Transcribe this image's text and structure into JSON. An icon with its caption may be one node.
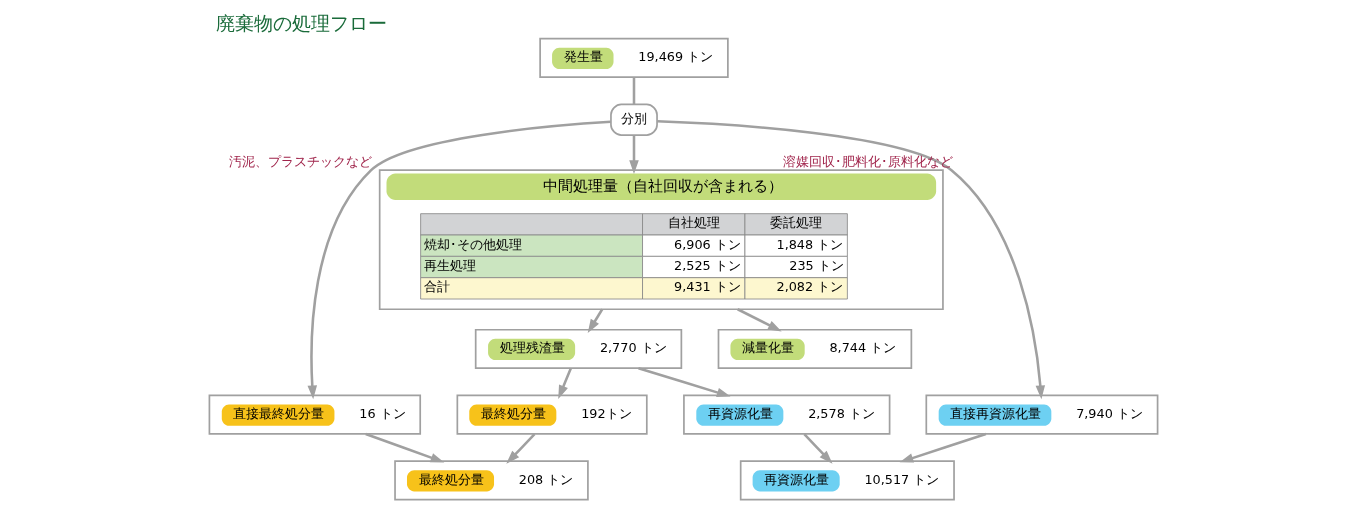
{
  "diagram": {
    "title": "廃棄物の処理フロー",
    "nodes": [
      {
        "text": [
          "発生量",
          "19,469 トン"
        ]
      },
      {
        "text": [
          "分別"
        ]
      },
      {
        "text": [
          "直接最終処分量",
          "16 トン"
        ]
      },
      {
        "text": [
          "中間処理量（自社回収が含まれる）"
        ]
      },
      {
        "text": [
          "直接再資源化量",
          "7,940 トン"
        ]
      },
      {
        "text": [
          "処理残渣量",
          "2,770 トン"
        ]
      },
      {
        "text": [
          "減量化量",
          "8,744 トン"
        ]
      },
      {
        "text": [
          "最終処分量",
          "192トン"
        ]
      },
      {
        "text": [
          "再資源化量",
          "2,578 トン"
        ]
      },
      {
        "text": [
          "最終処分量",
          "208 トン"
        ]
      },
      {
        "text": [
          "再資源化量",
          "10,517 トン"
        ]
      }
    ],
    "edges": [
      {
        "from": 0,
        "to": 1,
        "arrow": "none"
      },
      {
        "from": 1,
        "to": 2,
        "arrow": "to",
        "label": "汚泥、プラスチックなど"
      },
      {
        "from": 1,
        "to": 3,
        "arrow": "to"
      },
      {
        "from": 1,
        "to": 4,
        "arrow": "to",
        "label": "溶媒回収･肥料化･原料化など"
      },
      {
        "from": 3,
        "to": 5,
        "arrow": "to"
      },
      {
        "from": 3,
        "to": 6,
        "arrow": "to"
      },
      {
        "from": 5,
        "to": 7,
        "arrow": "to"
      },
      {
        "from": 5,
        "to": 8,
        "arrow": "to"
      },
      {
        "from": 2,
        "to": 9,
        "arrow": "to"
      },
      {
        "from": 7,
        "to": 9,
        "arrow": "to"
      },
      {
        "from": 8,
        "to": 10,
        "arrow": "to"
      },
      {
        "from": 4,
        "to": 10,
        "arrow": "to"
      }
    ],
    "labels": [
      "自社処理",
      "委託処理",
      "焼却･その他処理",
      "6,906 トン",
      "1,848 トン",
      "再生処理",
      "2,525 トン",
      "235 トン",
      "合計",
      "9,431 トン",
      "2,082 トン"
    ]
  }
}
